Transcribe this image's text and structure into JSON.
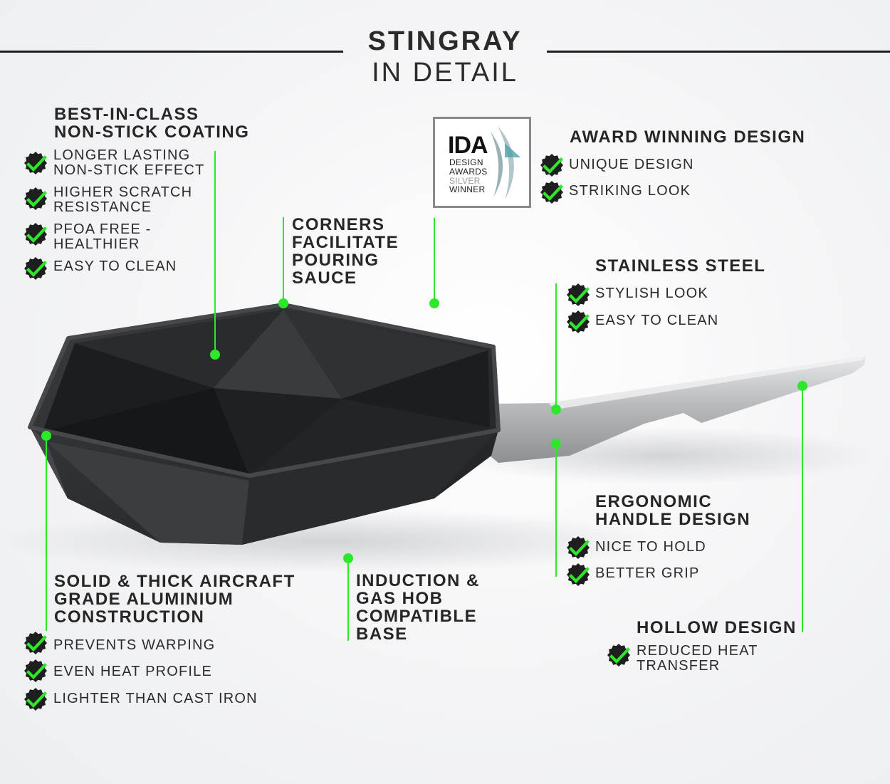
{
  "title": {
    "line1": "STINGRAY",
    "line2": "IN DETAIL"
  },
  "badge": {
    "brand": "IDA",
    "line1": "DESIGN",
    "line2": "AWARDS",
    "line3": "SILVER",
    "line4": "WINNER"
  },
  "features": {
    "coating": {
      "heading": [
        "BEST-IN-CLASS",
        "NON-STICK COATING"
      ],
      "items": [
        [
          "LONGER LASTING",
          "NON-STICK EFFECT"
        ],
        [
          "HIGHER SCRATCH",
          "RESISTANCE"
        ],
        [
          "PFOA FREE -",
          "HEALTHIER"
        ],
        [
          "EASY TO CLEAN"
        ]
      ]
    },
    "corners": {
      "heading": [
        "CORNERS",
        "FACILITATE",
        "POURING",
        "SAUCE"
      ]
    },
    "award": {
      "heading": [
        "AWARD WINNING DESIGN"
      ],
      "items": [
        [
          "UNIQUE DESIGN"
        ],
        [
          "STRIKING LOOK"
        ]
      ]
    },
    "steel": {
      "heading": [
        "STAINLESS STEEL"
      ],
      "items": [
        [
          "STYLISH LOOK"
        ],
        [
          "EASY TO CLEAN"
        ]
      ]
    },
    "handle": {
      "heading": [
        "ERGONOMIC",
        "HANDLE DESIGN"
      ],
      "items": [
        [
          "NICE TO HOLD"
        ],
        [
          "BETTER GRIP"
        ]
      ]
    },
    "hollow": {
      "heading": [
        "HOLLOW DESIGN"
      ],
      "items": [
        [
          "REDUCED HEAT",
          "TRANSFER"
        ]
      ]
    },
    "aluminium": {
      "heading": [
        "SOLID & THICK AIRCRAFT",
        "GRADE ALUMINIUM",
        "CONSTRUCTION"
      ],
      "items": [
        [
          "PREVENTS WARPING"
        ],
        [
          "EVEN HEAT PROFILE"
        ],
        [
          "LIGHTER THAN CAST IRON"
        ]
      ]
    },
    "base": {
      "heading": [
        "INDUCTION &",
        "GAS HOB",
        "COMPATIBLE",
        "BASE"
      ]
    }
  },
  "colors": {
    "accent": "#2ee62a",
    "check_badge": "#1e1e1e",
    "text": "#262626",
    "pan": "#2c2d30",
    "steel": "#a9abae"
  },
  "icons": {
    "check": "check-badge-icon",
    "pan": "frying-pan-illustration"
  }
}
